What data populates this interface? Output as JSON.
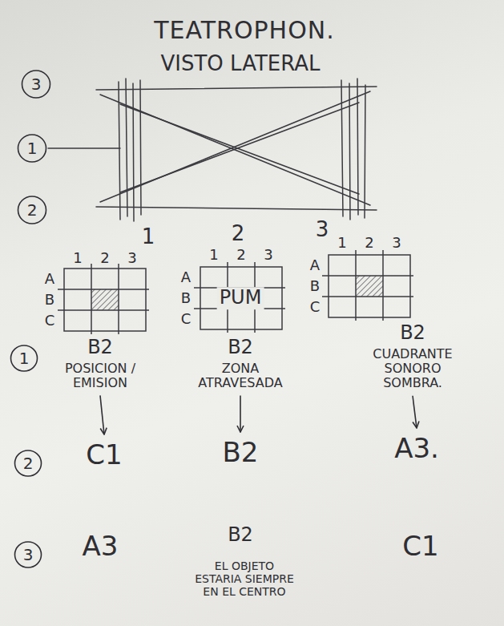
{
  "diagram": {
    "title": "TEATROPHON.",
    "nodes": [
      {
        "text": [
          "3"
        ]
      },
      {
        "text": [
          "1"
        ]
      },
      {
        "text": [
          "2"
        ]
      },
      {
        "text": [
          "1"
        ]
      },
      {
        "text": [
          "B2",
          "POSICION / EMISION"
        ]
      },
      {
        "text": [
          "B2",
          "ZONA ATRAVESADA"
        ]
      },
      {
        "text": [
          "B2",
          "CUADRANTE SONORO SOMBRA."
        ]
      },
      {
        "text": [
          "2"
        ]
      },
      {
        "text": [
          "C1"
        ]
      },
      {
        "text": [
          "B2"
        ]
      },
      {
        "text": [
          "A3."
        ]
      },
      {
        "text": [
          "3"
        ]
      }
    ],
    "edges": [
      {
        "from": 4,
        "to": 8,
        "arrow": "to"
      },
      {
        "from": 5,
        "to": 9,
        "arrow": "to"
      },
      {
        "from": 6,
        "to": 10,
        "arrow": "to"
      }
    ],
    "labels": [
      "VISTO LATERAL",
      "1",
      "2",
      "3",
      "1",
      "2",
      "3",
      "A",
      "B",
      "C",
      "1",
      "2",
      "3",
      "A",
      "B",
      "C",
      "PUM",
      "1",
      "2",
      "3",
      "A",
      "B",
      "C",
      "A3",
      "B2",
      "EL OBJETO ESTARIA SIEMPRE EN EL CENTRO",
      "C1"
    ]
  }
}
